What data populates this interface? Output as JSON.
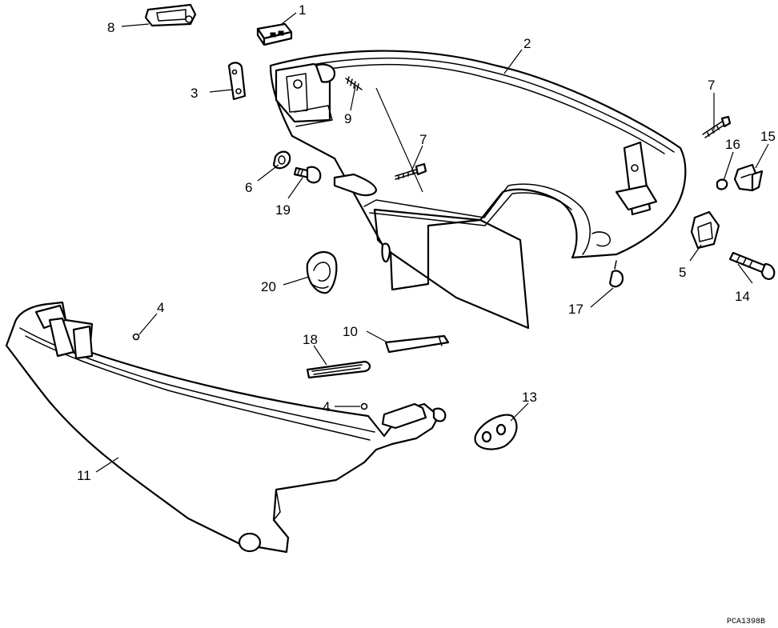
{
  "callouts": [
    {
      "id": "c1",
      "text": "1"
    },
    {
      "id": "c2",
      "text": "2"
    },
    {
      "id": "c3",
      "text": "3"
    },
    {
      "id": "c4a",
      "text": "4"
    },
    {
      "id": "c4b",
      "text": "4"
    },
    {
      "id": "c5",
      "text": "5"
    },
    {
      "id": "c6",
      "text": "6"
    },
    {
      "id": "c7a",
      "text": "7"
    },
    {
      "id": "c7b",
      "text": "7"
    },
    {
      "id": "c8",
      "text": "8"
    },
    {
      "id": "c9",
      "text": "9"
    },
    {
      "id": "c10",
      "text": "10"
    },
    {
      "id": "c11",
      "text": "11"
    },
    {
      "id": "c13",
      "text": "13"
    },
    {
      "id": "c14",
      "text": "14"
    },
    {
      "id": "c15",
      "text": "15"
    },
    {
      "id": "c16",
      "text": "16"
    },
    {
      "id": "c17",
      "text": "17"
    },
    {
      "id": "c18",
      "text": "18"
    },
    {
      "id": "c19",
      "text": "19"
    },
    {
      "id": "c20",
      "text": "20"
    }
  ],
  "figure_code": "PCA1398B"
}
